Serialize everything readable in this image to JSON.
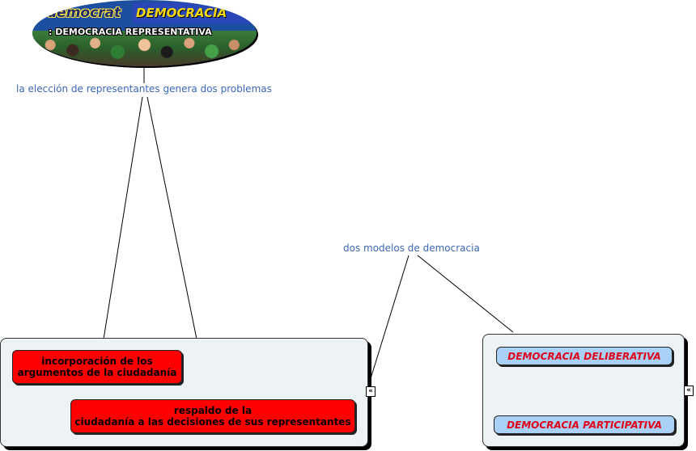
{
  "top_node": {
    "banner_text_left": "democrat",
    "banner_text_right": "DEMOCRACIA",
    "title": ": DEMOCRACIA REPRESENTATIVA"
  },
  "links": {
    "election": "la elección de representantes genera dos problemas",
    "models": "dos modelos de democracia"
  },
  "problems": [
    "incorporación de los\nargumentos de la ciudadanía",
    "respaldo de la\nciudadanía a las decisiones de sus representantes"
  ],
  "models": [
    "DEMOCRACIA DELIBERATIVA",
    "DEMOCRACIA PARTICIPATIVA"
  ],
  "collapse_symbol": "«",
  "colors": {
    "link_text": "#3b67b7",
    "problem_fill": "#ff0000",
    "model_fill": "#a9d0f5",
    "model_text": "#e0001a",
    "group_fill": "#edf3f5"
  }
}
